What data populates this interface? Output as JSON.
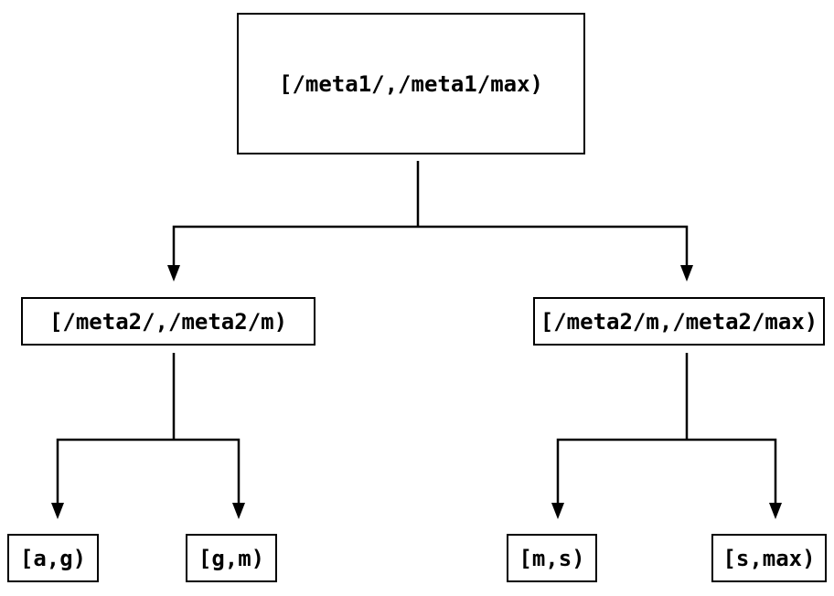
{
  "diagram": {
    "type": "tree",
    "colors": {
      "background": "#ffffff",
      "line": "#000000",
      "box_border": "#000000",
      "text": "#000000"
    },
    "nodes": {
      "root": {
        "label": "[/meta1/,/meta1/max)"
      },
      "left": {
        "label": "[/meta2/,/meta2/m)"
      },
      "right": {
        "label": "[/meta2/m,/meta2/max)"
      },
      "leaf_ag": {
        "label": "[a,g)"
      },
      "leaf_gm": {
        "label": "[g,m)"
      },
      "leaf_ms": {
        "label": "[m,s)"
      },
      "leaf_smax": {
        "label": "[s,max)"
      }
    },
    "edges": [
      {
        "from": "root",
        "to": "left"
      },
      {
        "from": "root",
        "to": "right"
      },
      {
        "from": "left",
        "to": "leaf_ag"
      },
      {
        "from": "left",
        "to": "leaf_gm"
      },
      {
        "from": "right",
        "to": "leaf_ms"
      },
      {
        "from": "right",
        "to": "leaf_smax"
      }
    ]
  }
}
